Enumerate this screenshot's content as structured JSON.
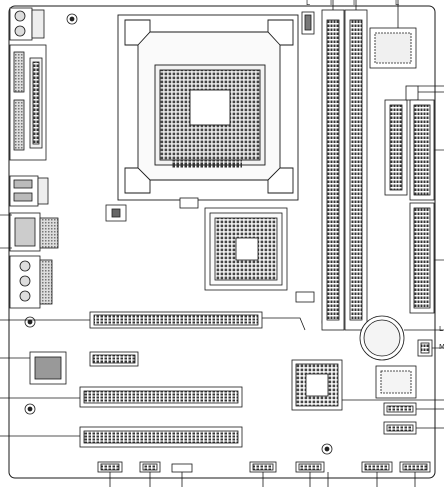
{
  "diagram": {
    "board_type": "motherboard-layout-schematic",
    "edge_labels": {
      "top_1": "I",
      "top_2": "I",
      "top_3": "L",
      "top_right": "L",
      "right_1": "L",
      "right_2": "M"
    },
    "palette": {
      "line": "#1a1a1a",
      "fill_light": "#f2f2f2",
      "fill_mid": "#bdbdbd",
      "fill_dark": "#555555",
      "background": "#ffffff"
    }
  }
}
